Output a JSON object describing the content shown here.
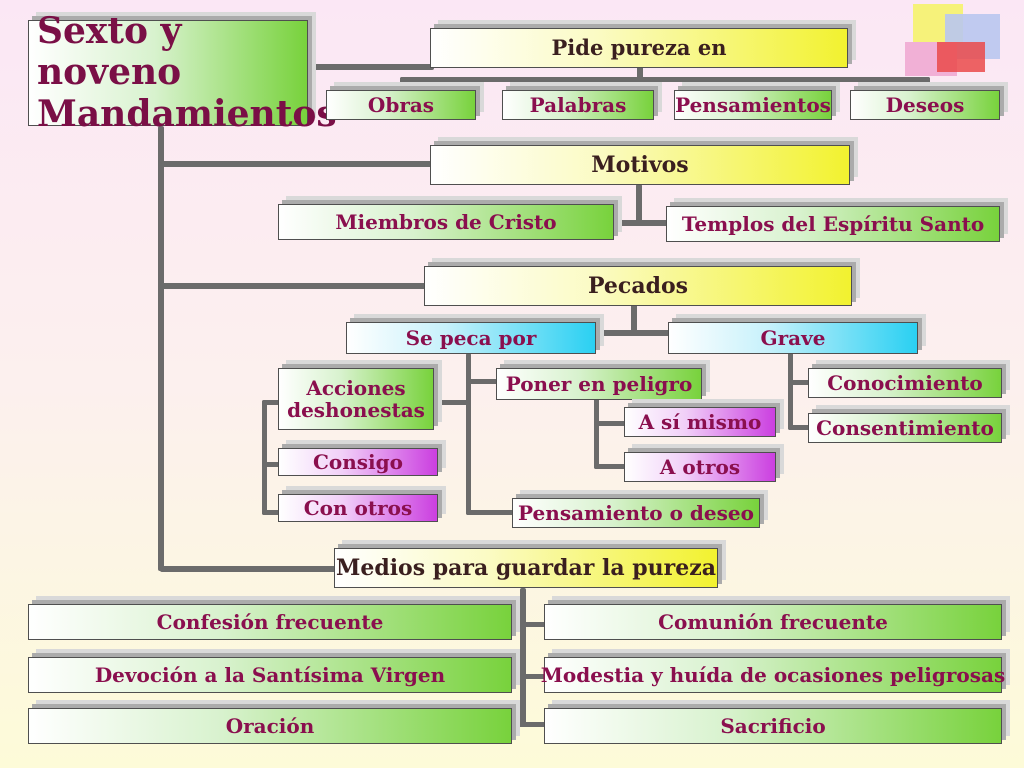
{
  "title": {
    "line1": "Sexto y noveno",
    "line2": "Mandamientos"
  },
  "purity": {
    "header": "Pide pureza en",
    "items": [
      "Obras",
      "Palabras",
      "Pensamientos",
      "Deseos"
    ]
  },
  "motives": {
    "header": "Motivos",
    "items": [
      "Miembros de Cristo",
      "Templos del Espíritu Santo"
    ]
  },
  "sins": {
    "header": "Pecados",
    "se_peca_por": "Se peca por",
    "acciones": "Acciones deshonestas",
    "consigo": "Consigo",
    "con_otros": "Con otros",
    "poner_en_peligro": "Poner en peligro",
    "a_si_mismo": "A sí mismo",
    "a_otros": "A otros",
    "pensamiento": "Pensamiento o deseo",
    "grave": "Grave",
    "conocimiento": "Conocimiento",
    "consentimiento": "Consentimiento"
  },
  "means": {
    "header": "Medios para guardar la pureza",
    "left": [
      "Confesión frecuente",
      "Devoción a la Santísima Virgen",
      "Oración"
    ],
    "right": [
      "Comunión frecuente",
      "Modestia y huída de ocasiones peligrosas",
      "Sacrificio"
    ]
  },
  "colors": {
    "green_box": "#78d23c",
    "yellow_box": "#f2f22f",
    "cyan_box": "#2ad0f2",
    "magenta_box": "#cb3fe0",
    "text": "#8a0f4e",
    "connector": "#6b6b6b"
  }
}
